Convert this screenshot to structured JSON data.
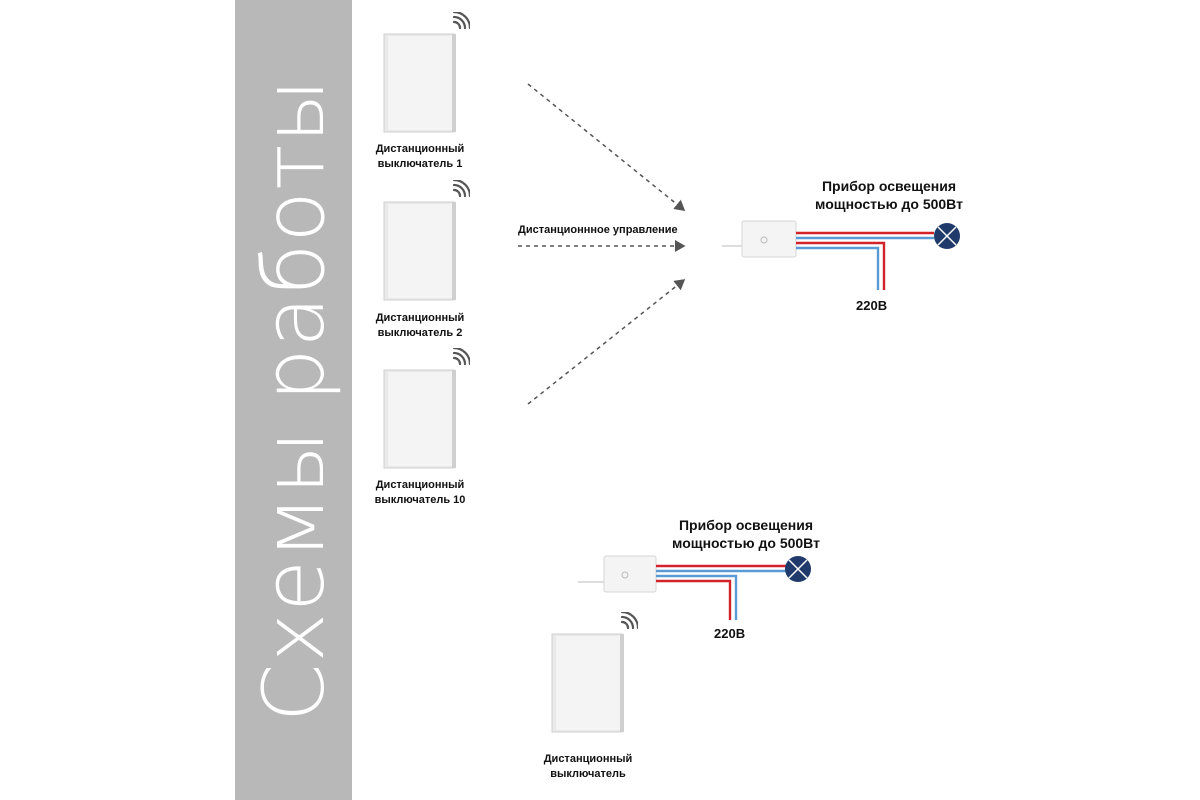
{
  "sidebar": {
    "title": "Схемы работы"
  },
  "scheme1": {
    "switches": [
      {
        "label_line1": "Дистанционный",
        "label_line2": "выключатель 1"
      },
      {
        "label_line1": "Дистанционный",
        "label_line2": "выключатель 2"
      },
      {
        "label_line1": "Дистанционный",
        "label_line2": "выключатель 10"
      }
    ],
    "control_label": "Дистанционнное управление",
    "lamp_label_line1": "Прибор освещения",
    "lamp_label_line2": "мощностью до 500Вт",
    "voltage": "220В"
  },
  "scheme2": {
    "switch_label_line1": "Дистанционный",
    "switch_label_line2": "выключатель",
    "lamp_label_line1": "Прибор освещения",
    "lamp_label_line2": "мощностью до 500Вт",
    "voltage": "220В"
  },
  "colors": {
    "live": "#d2232a",
    "neutral": "#5b9bd5",
    "lamp": "#1f3a6b",
    "sidebar": "#b8b8b8"
  },
  "icons": [
    "wifi-signal-icon",
    "wall-switch-icon",
    "relay-module-icon",
    "lamp-icon",
    "arrow-icon"
  ]
}
